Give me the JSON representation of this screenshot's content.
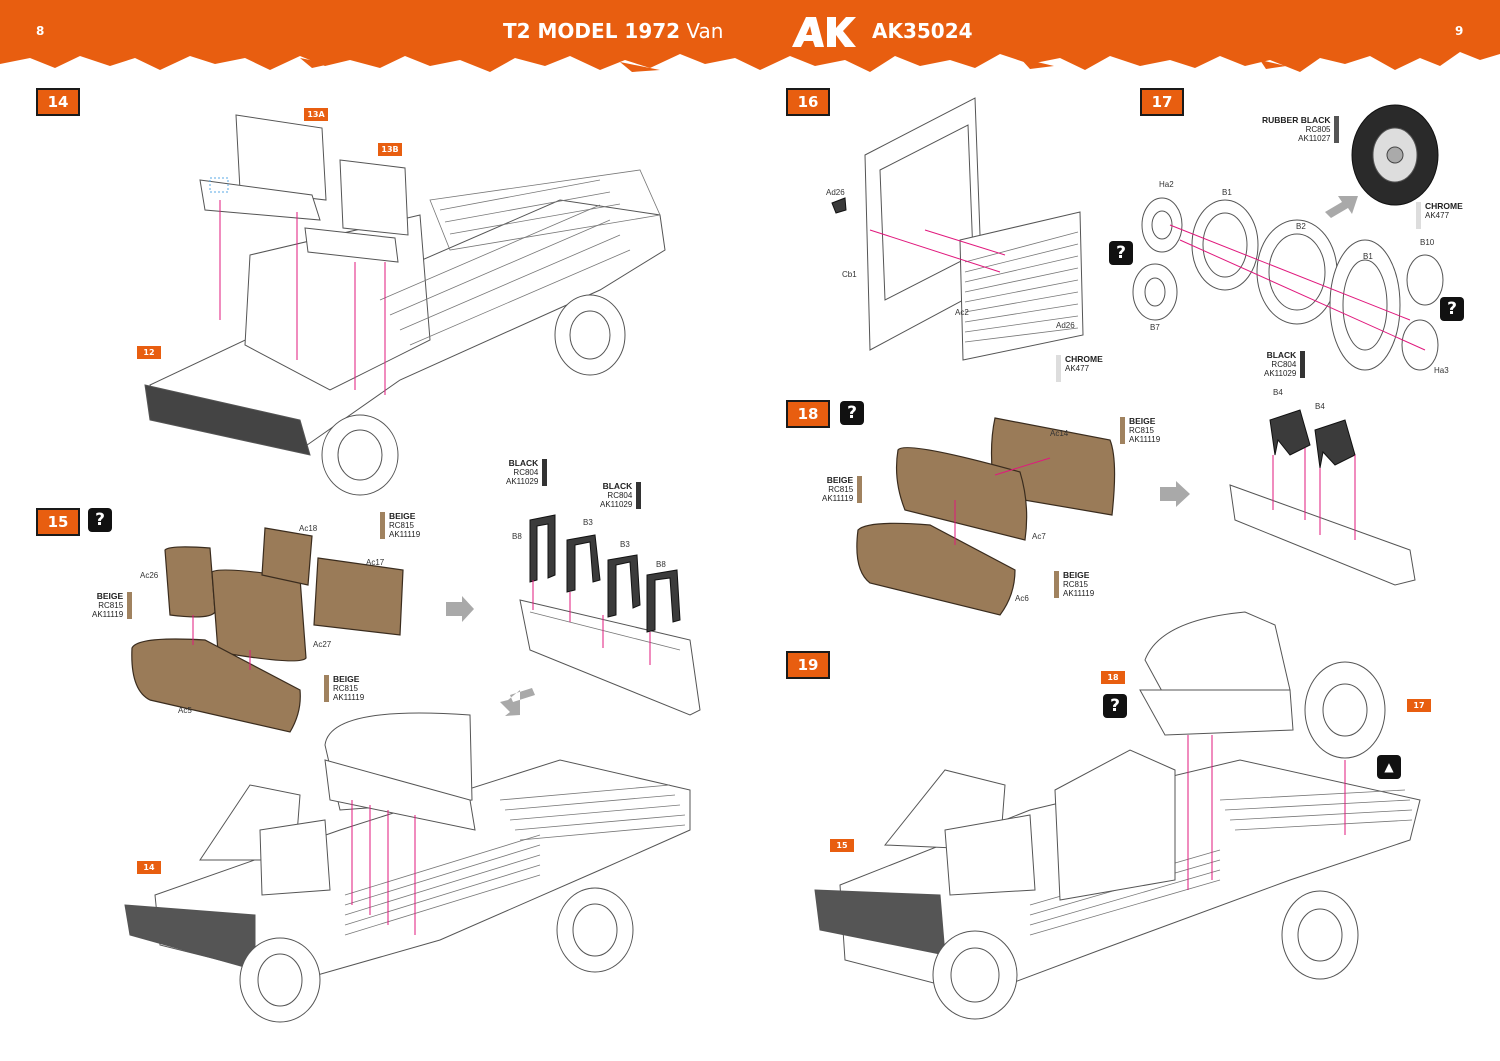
{
  "header": {
    "page_left": "8",
    "page_right": "9",
    "title_bold": "T2 MODEL 1972",
    "title_light": "Van",
    "brand": "AK",
    "code": "AK35024",
    "color": "#e85e10"
  },
  "steps": {
    "s14": {
      "num": "14",
      "refs": [
        "13A",
        "13B",
        "12"
      ]
    },
    "s15": {
      "num": "15",
      "ref": "14"
    },
    "s16": {
      "num": "16"
    },
    "s17": {
      "num": "17"
    },
    "s18": {
      "num": "18"
    },
    "s19": {
      "num": "19",
      "refs": [
        "18",
        "17",
        "15"
      ]
    }
  },
  "question_mark": "?",
  "paints": {
    "black": {
      "name": "BLACK",
      "rc": "RC804",
      "ak": "AK11029",
      "color": "#333333"
    },
    "beige": {
      "name": "BEIGE",
      "rc": "RC815",
      "ak": "AK11119",
      "color": "#a0825f"
    },
    "chrome": {
      "name": "CHROME",
      "ak": "AK477",
      "color": "#dddddd"
    },
    "rubber_black": {
      "name": "RUBBER BLACK",
      "rc": "RC805",
      "ak": "AK11027",
      "color": "#555555"
    }
  },
  "parts": {
    "s15": [
      "Ac18",
      "Ac17",
      "Ac26",
      "Ac27",
      "Ac5",
      "B8",
      "B3",
      "B3",
      "B8"
    ],
    "s16": [
      "Ad26",
      "Cb1",
      "Ac2",
      "Ad26"
    ],
    "s17": [
      "Ha2",
      "B1",
      "B2",
      "B1",
      "B10",
      "B7",
      "Ha3",
      "B4",
      "B4"
    ],
    "s18": [
      "Ac14",
      "Ac7",
      "Ac6"
    ]
  }
}
